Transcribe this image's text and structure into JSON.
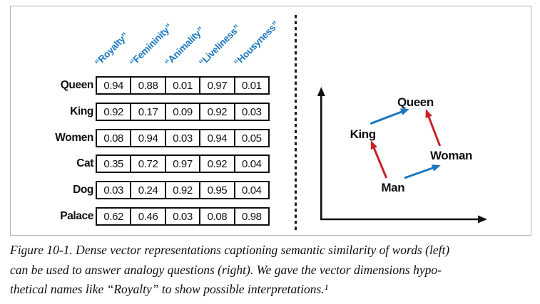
{
  "figure": {
    "matrix": {
      "columns": [
        "“Royalty”",
        "“Femininity”",
        "“Animality”",
        "“Liveliness”",
        "“Housyness”"
      ],
      "rows": [
        {
          "label": "Queen",
          "values": [
            "0.94",
            "0.88",
            "0.01",
            "0.97",
            "0.01"
          ]
        },
        {
          "label": "King",
          "values": [
            "0.92",
            "0.17",
            "0.09",
            "0.92",
            "0.03"
          ]
        },
        {
          "label": "Women",
          "values": [
            "0.08",
            "0.94",
            "0.03",
            "0.94",
            "0.05"
          ]
        },
        {
          "label": "Cat",
          "values": [
            "0.35",
            "0.72",
            "0.97",
            "0.92",
            "0.04"
          ]
        },
        {
          "label": "Dog",
          "values": [
            "0.03",
            "0.24",
            "0.92",
            "0.95",
            "0.04"
          ]
        },
        {
          "label": "Palace",
          "values": [
            "0.62",
            "0.46",
            "0.03",
            "0.08",
            "0.98"
          ]
        }
      ]
    },
    "plot": {
      "labels": {
        "queen": "Queen",
        "king": "King",
        "woman": "Woman",
        "man": "Man"
      },
      "arrows": [
        {
          "from": "King",
          "to": "Queen",
          "color": "blue"
        },
        {
          "from": "Man",
          "to": "King",
          "color": "red"
        },
        {
          "from": "Man",
          "to": "Woman",
          "color": "blue"
        },
        {
          "from": "Woman",
          "to": "Queen",
          "color": "red"
        }
      ]
    },
    "colors": {
      "header_blue": "#1b78c0",
      "arrow_blue": "#1b78c0",
      "arrow_red": "#c8232b",
      "line_black": "#111111",
      "box_border_gray": "#aeaeae"
    }
  },
  "caption": {
    "lines": [
      "Figure 10-1. Dense vector representations captioning semantic similarity of words (left)",
      "can be used to answer analogy questions (right). We gave the vector dimensions hypo-",
      "thetical names like “Royalty” to show possible interpretations.¹"
    ]
  }
}
